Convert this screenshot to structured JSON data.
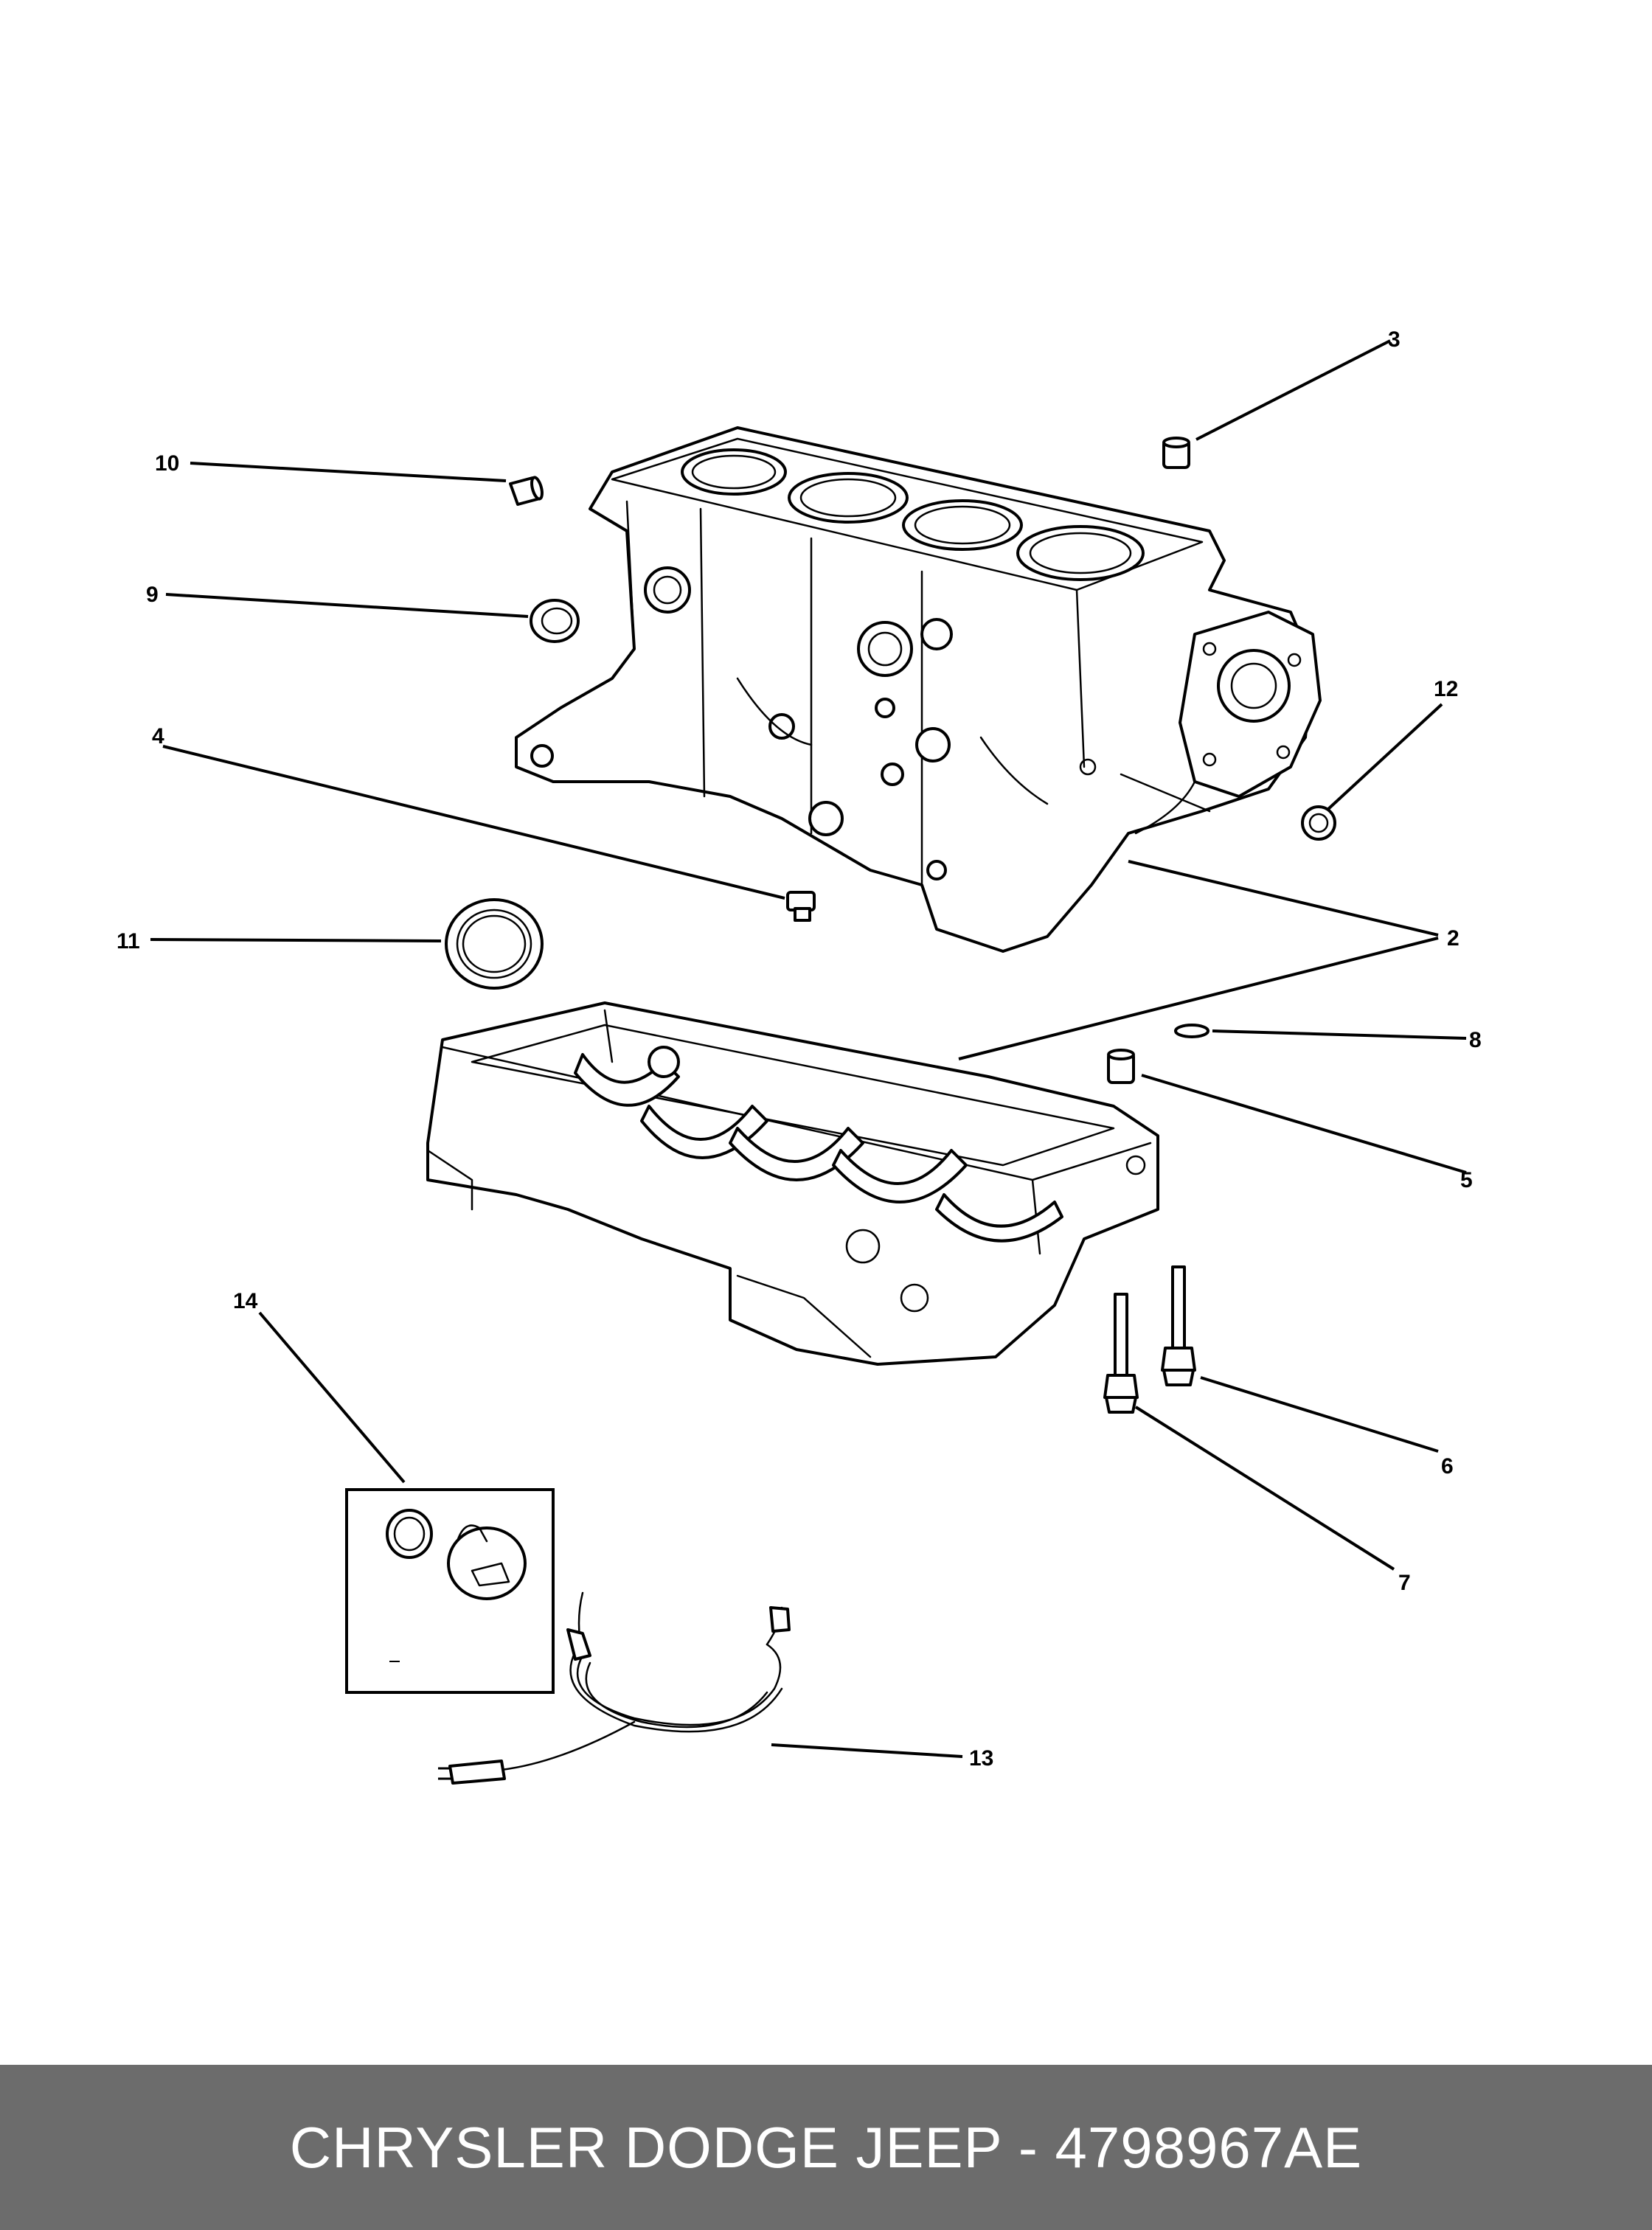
{
  "callouts": [
    {
      "id": "3",
      "label": "3"
    },
    {
      "id": "10",
      "label": "10"
    },
    {
      "id": "9",
      "label": "9"
    },
    {
      "id": "12",
      "label": "12"
    },
    {
      "id": "4",
      "label": "4"
    },
    {
      "id": "2",
      "label": "2"
    },
    {
      "id": "11",
      "label": "11"
    },
    {
      "id": "8",
      "label": "8"
    },
    {
      "id": "5",
      "label": "5"
    },
    {
      "id": "14",
      "label": "14"
    },
    {
      "id": "6",
      "label": "6"
    },
    {
      "id": "7",
      "label": "7"
    },
    {
      "id": "13",
      "label": "13"
    }
  ],
  "footer": {
    "text": "CHRYSLER DODGE JEEP - 4798967AE",
    "background": "#6c6c6c",
    "color": "#ffffff"
  }
}
